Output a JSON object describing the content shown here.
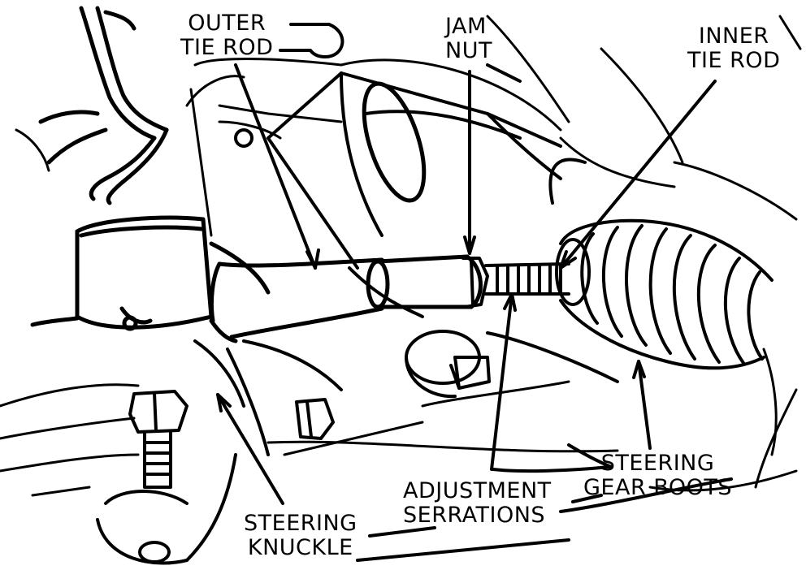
{
  "colors": {
    "ink": "#000000",
    "paper": "#ffffff"
  },
  "labels": {
    "outer_tie_rod": [
      "OUTER",
      "TIE ROD"
    ],
    "jam_nut": [
      "JAM",
      "NUT"
    ],
    "inner_tie_rod": [
      "INNER",
      "TIE ROD"
    ],
    "steering_gear_boots": [
      "STEERING",
      "GEAR BOOTS"
    ],
    "adjustment_serrations": [
      "ADJUSTMENT",
      "SERRATIONS"
    ],
    "steering_knuckle": [
      "STEERING",
      "KNUCKLE"
    ]
  }
}
